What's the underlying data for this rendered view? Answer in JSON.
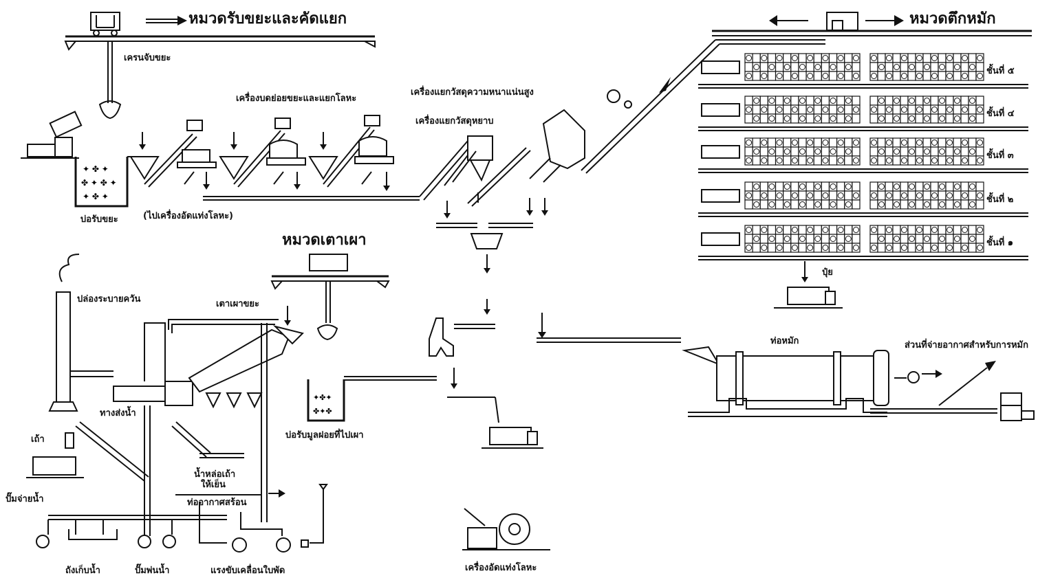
{
  "sections": {
    "reception": "หมวดรับขยะและคัดแยก",
    "composting": "หมวดตึกหมัก",
    "incinerator": "หมวดเตาเผา"
  },
  "labels": {
    "crane": "เครนจับขยะ",
    "crusher": "เครื่องบดย่อยขยะและแยกโลหะ",
    "dense_separator": "เครื่องแยกวัสดุความหนาแน่นสูง",
    "coarse_separator": "เครื่องแยกวัสดุหยาบ",
    "pit": "บ่อรับขยะ",
    "to_press": "(ไปเครื่องอัดแท่งโลหะ)",
    "chimney": "ปล่องระบายควัน",
    "furnace": "เตาเผาขยะ",
    "water_path": "ทางส่งน้ำ",
    "ash": "เถ้า",
    "water_pump": "ปั๊มจ่ายน้ำ",
    "cooling_water": "น้ำหล่อเถ้า",
    "cooling_water2": "ให้เย็น",
    "combustion_air": "ท่ออากาศสร้อน",
    "residue_pit": "บ่อรับมูลฝอยที่ไปเผา",
    "water_tank": "ถังเก็บน้ำ",
    "spray_pump": "ปั๊มพ่นน้ำ",
    "fan": "แรงขับเคลื่อนใบพัด",
    "metal_press": "เครื่องอัดแท่งโลหะ",
    "drum": "ท่อหมัก",
    "air_supply": "ส่วนที่จ่ายอากาศสำหรับการหมัก",
    "fertilizer": "ปุ๋ย"
  },
  "floors": [
    "ชั้นที่ ๕",
    "ชั้นที่ ๔",
    "ชั้นที่ ๓",
    "ชั้นที่ ๒",
    "ชั้นที่ ๑"
  ]
}
